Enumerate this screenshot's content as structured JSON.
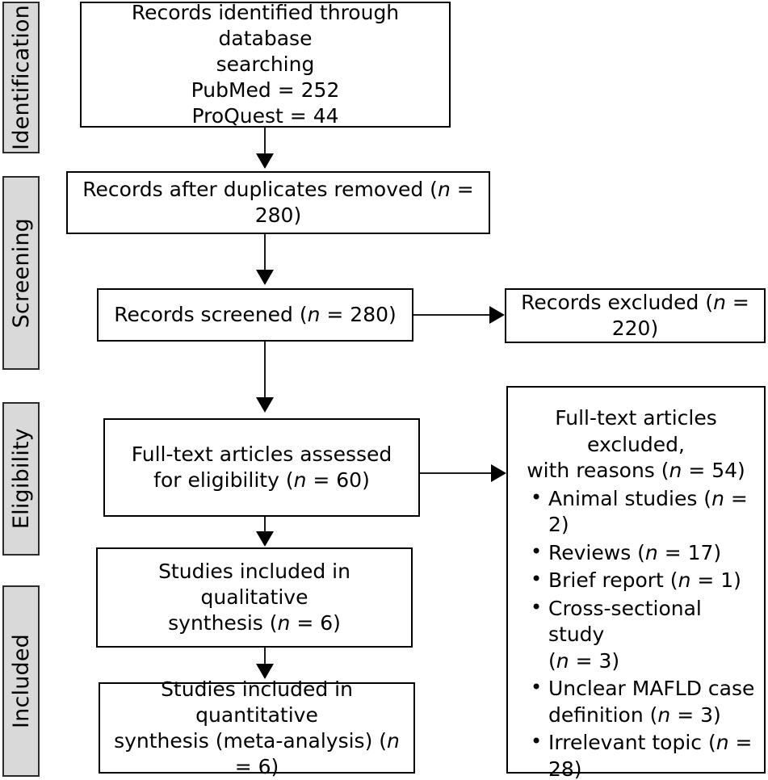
{
  "diagram": {
    "title": "PRISMA study selection flow diagram",
    "stages": [
      {
        "label": "Identification"
      },
      {
        "label": "Screening"
      },
      {
        "label": "Eligibility"
      },
      {
        "label": "Included"
      }
    ],
    "boxes": {
      "identified": {
        "line1": "Records identified through database",
        "line2": "searching",
        "line3": "PubMed = 252",
        "line4": "ProQuest = 44"
      },
      "duplicates_removed": {
        "prefix": "Records after duplicates removed (",
        "n_symbol": "n",
        "suffix": " = 280)"
      },
      "screened": {
        "prefix": "Records screened (",
        "n_symbol": "n",
        "suffix": " = 280)"
      },
      "records_excluded": {
        "prefix": "Records excluded (",
        "n_symbol": "n",
        "suffix": " = 220)"
      },
      "fulltext_assessed": {
        "line1": "Full-text articles assessed",
        "line2_prefix": "for eligibility (",
        "n_symbol": "n",
        "line2_suffix": " = 60)"
      },
      "qualitative": {
        "line1": "Studies included in qualitative",
        "line2_prefix": "synthesis (",
        "n_symbol": "n",
        "line2_suffix": " = 6)"
      },
      "quantitative": {
        "line1": "Studies included in quantitative",
        "line2_prefix": "synthesis (meta-analysis) (",
        "n_symbol": "n",
        "line2_suffix": " = 6)"
      },
      "fulltext_excluded": {
        "head_line1": "Full-text articles excluded,",
        "head_line2_prefix": "with reasons (",
        "n_symbol": "n",
        "head_line2_suffix": " = 54)",
        "reasons": [
          {
            "text_before": "Animal studies (",
            "n_symbol": "n",
            "text_after": " = 2)"
          },
          {
            "text_before": "Reviews (",
            "n_symbol": "n",
            "text_after": " = 17)"
          },
          {
            "text_before": "Brief report (",
            "n_symbol": "n",
            "text_after": " = 1)"
          },
          {
            "text_before": "Cross-sectional study",
            "n_symbol": "n",
            "text_after": "",
            "second_line_prefix": "(",
            "second_line_suffix": " = 3)"
          },
          {
            "text_before": "Unclear MAFLD case",
            "n_symbol": "n",
            "text_after": "",
            "second_line_prefix": "definition (",
            "second_line_suffix": " = 3)"
          },
          {
            "text_before": "Irrelevant topic (",
            "n_symbol": "n",
            "text_after": " = 28)"
          }
        ]
      }
    },
    "colors": {
      "stage_fill": "#d9d9d9",
      "stage_border": "#2b2b2b",
      "box_border": "#000000",
      "connector": "#1a1a1a",
      "background": "#ffffff",
      "text": "#000000"
    }
  }
}
